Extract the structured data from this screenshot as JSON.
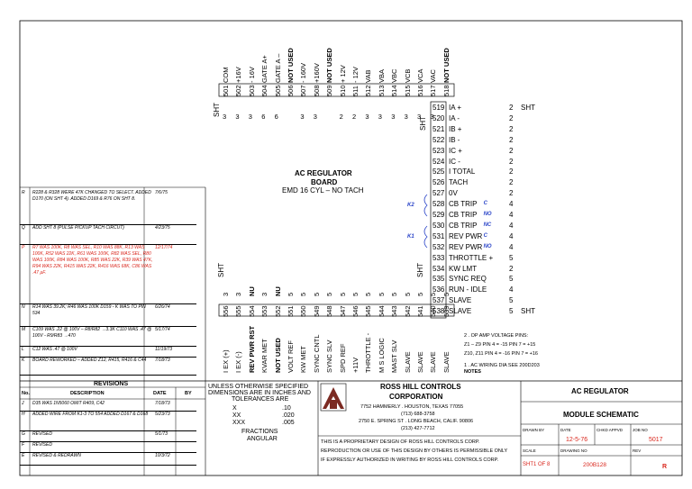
{
  "board": {
    "title_line1": "AC REGULATOR",
    "title_line2": "BOARD",
    "subtitle": "EMD 16 CYL – NO TACH"
  },
  "top_connector": {
    "pins": [
      {
        "num": "501",
        "label": "COM",
        "sht": "3"
      },
      {
        "num": "502",
        "label": "+16V",
        "sht": "3"
      },
      {
        "num": "503",
        "label": "- 16V",
        "sht": "3"
      },
      {
        "num": "504",
        "label": "GATE A+",
        "sht": "6"
      },
      {
        "num": "505",
        "label": "GATE A –",
        "sht": "6"
      },
      {
        "num": "506",
        "label": "NOT USED",
        "sht": ""
      },
      {
        "num": "507",
        "label": "- 160V",
        "sht": "3"
      },
      {
        "num": "508",
        "label": "+160V",
        "sht": "3"
      },
      {
        "num": "509",
        "label": "NOT USED",
        "sht": ""
      },
      {
        "num": "510",
        "label": "+ 12V",
        "sht": "2"
      },
      {
        "num": "511",
        "label": "- 12V",
        "sht": "2"
      },
      {
        "num": "512",
        "label": "VAB",
        "sht": "3"
      },
      {
        "num": "513",
        "label": "VBA",
        "sht": "3"
      },
      {
        "num": "514",
        "label": "VBC",
        "sht": "3"
      },
      {
        "num": "515",
        "label": "VCB",
        "sht": "3"
      },
      {
        "num": "516",
        "label": "VCA",
        "sht": "3"
      },
      {
        "num": "517",
        "label": "VAC",
        "sht": "3"
      },
      {
        "num": "518",
        "label": "NOT USED",
        "sht": ""
      }
    ],
    "sht_left": "SHT",
    "sht_right": "SHT"
  },
  "right_connector": {
    "pins": [
      {
        "num": "519",
        "label": "IA +",
        "sht": "2",
        "note": "SHT"
      },
      {
        "num": "520",
        "label": "IA -",
        "sht": "2",
        "note": ""
      },
      {
        "num": "521",
        "label": "IB +",
        "sht": "2",
        "note": ""
      },
      {
        "num": "522",
        "label": "IB -",
        "sht": "2",
        "note": ""
      },
      {
        "num": "523",
        "label": "IC +",
        "sht": "2",
        "note": ""
      },
      {
        "num": "524",
        "label": "IC -",
        "sht": "2",
        "note": ""
      },
      {
        "num": "525",
        "label": "I TOTAL",
        "sht": "2",
        "note": ""
      },
      {
        "num": "526",
        "label": "TACH",
        "sht": "2",
        "note": ""
      },
      {
        "num": "527",
        "label": "0V",
        "sht": "2",
        "note": ""
      },
      {
        "num": "528",
        "label": "CB TRIP",
        "suffix": "C",
        "sht": "4",
        "note": ""
      },
      {
        "num": "529",
        "label": "CB TRIP",
        "suffix": "NO",
        "sht": "4",
        "note": ""
      },
      {
        "num": "530",
        "label": "CB TRIP",
        "suffix": "NC",
        "sht": "4",
        "note": ""
      },
      {
        "num": "531",
        "label": "REV PWR",
        "suffix": "C",
        "sht": "4",
        "note": ""
      },
      {
        "num": "532",
        "label": "REV PWR",
        "suffix": "NO",
        "sht": "4",
        "note": ""
      },
      {
        "num": "533",
        "label": "THROTTLE +",
        "sht": "5",
        "note": ""
      },
      {
        "num": "534",
        "label": "KW LMT",
        "sht": "2",
        "note": ""
      },
      {
        "num": "535",
        "label": "SYNC REQ",
        "sht": "5",
        "note": ""
      },
      {
        "num": "536",
        "label": "RUN - IDLE",
        "sht": "4",
        "note": ""
      },
      {
        "num": "537",
        "label": "SLAVE",
        "sht": "5",
        "note": ""
      },
      {
        "num": "538",
        "label": "SLAVE",
        "sht": "5",
        "note": "SHT"
      }
    ],
    "relay_k2": "K2",
    "relay_k1": "K1"
  },
  "bottom_connector": {
    "pins": [
      {
        "num": "556",
        "label": "I EX (+)",
        "sht": "3"
      },
      {
        "num": "555",
        "label": "I EX (-)",
        "sht": "3"
      },
      {
        "num": "554",
        "label": "REV PWR RST",
        "sht": "NU"
      },
      {
        "num": "553",
        "label": "KVAR MET",
        "sht": "3"
      },
      {
        "num": "552",
        "label": "NOT USED",
        "sht": "NU"
      },
      {
        "num": "551",
        "label": "VOLT REF",
        "sht": "5"
      },
      {
        "num": "550",
        "label": "KW MET",
        "sht": "5"
      },
      {
        "num": "549",
        "label": "SYNC CNTL",
        "sht": "5"
      },
      {
        "num": "548",
        "label": "SYNC SLV",
        "sht": "5"
      },
      {
        "num": "547",
        "label": "SPD REF",
        "sht": "5"
      },
      {
        "num": "546",
        "label": "+11V",
        "sht": "5"
      },
      {
        "num": "545",
        "label": "THROTTLE -",
        "sht": "5"
      },
      {
        "num": "544",
        "label": "M S LOGIC",
        "sht": "5"
      },
      {
        "num": "543",
        "label": "MAST SLV",
        "sht": "5"
      },
      {
        "num": "542",
        "label": "SLAVE",
        "sht": "5"
      },
      {
        "num": "541",
        "label": "SLAVE",
        "sht": "5"
      },
      {
        "num": "540",
        "label": "SLAVE",
        "sht": "5"
      },
      {
        "num": "539",
        "label": "SLAVE",
        "sht": "5"
      }
    ],
    "sht_left": "SHT",
    "sht_right": "SHT"
  },
  "notes": {
    "line1": "2 . OP AMP VOLTAGE PINS:",
    "line2": "Z1 – Z9   PIN 4 = -15  PIN 7 = +15",
    "line3": "Z10, Z11  PIN 4 = -16   PIN 7 = +16",
    "line4": "1 . AC WIRING DIA SEE 200D203",
    "title": "NOTES"
  },
  "revisions": {
    "upper": [
      {
        "code": "R",
        "desc": "R228 & R328 WERE 47K CHANGED TO SELECT. ADDED D170 (ON SHT 4). ADDED D169 & R76 ON SHT 8.",
        "date": "7/6/75",
        "red": false
      },
      {
        "code": "Q",
        "desc": "ADD SHT 8 (PULSE PICKUP TACH CIRCUT)",
        "date": "4/23/75",
        "red": false
      },
      {
        "code": "P",
        "desc": "R7 WAS 100K, R8 WAS SEL, R10 WAS 88K, R13 WAS 100K, R52 WAS 22K, R61 WAS 100K, R82 WAS SEL, R80 WAS 100K, R84 WAS 100K, R85 WAS 22K, R39 WAS 47K, R94 WAS 22K, R415 WAS 22K, R416 WAS 68K, C86 WAS .47 µF.",
        "date": "12/17/74",
        "red": true
      },
      {
        "code": "N",
        "desc": "R14 WAS 39.2K; R46 WAS 100K D159 - K WAS TO PIN 534",
        "date": "6/26/74",
        "red": false
      },
      {
        "code": "M",
        "desc": "C109 WAS .22 @ 100V – R8/R82 →3.3K C110 WAS .47 @ 100V - R9/R83 →470",
        "date": "5/17/74",
        "red": false
      },
      {
        "code": "L",
        "desc": "C12 WAS .47 @ 100V",
        "date": "11/19/73",
        "red": false
      },
      {
        "code": "K",
        "desc": "BOARD REWORKED – ADDED Z12, R415, R416 & C44",
        "date": "7/18/73",
        "red": false
      }
    ],
    "header_title": "REVISIONS",
    "col_no": "No.",
    "col_desc": "DESCRIPTION",
    "col_date": "DATE",
    "col_by": "BY",
    "lower": [
      {
        "code": "J",
        "desc": "D35 WAS 1N5060 OMIT R409, C42",
        "date": "7/18/73"
      },
      {
        "code": "H",
        "desc": "ADDED WIRE FROM K1-3 TO 554 ADDED D167 & D168",
        "date": "5/23/73"
      },
      {
        "code": "G",
        "desc": "REVISED",
        "date": "5/1/73"
      },
      {
        "code": "F",
        "desc": "REVISED",
        "date": ""
      },
      {
        "code": "E",
        "desc": "REVISED & REDRAWN",
        "date": "10/3/72"
      }
    ]
  },
  "tolerances": {
    "line1": "UNLESS OTHERWISE SPECIFIED",
    "line2": "DIMENSIONS ARE IN INCHES AND",
    "line3": "TOLERANCES ARE",
    "rows": [
      {
        "k": "X",
        "v": ".10"
      },
      {
        "k": "XX",
        "v": ".020"
      },
      {
        "k": "XXX",
        "v": ".005"
      }
    ],
    "fractions": "FRACTIONS",
    "angular": "ANGULAR"
  },
  "company": {
    "name1": "ROSS HILL CONTROLS",
    "name2": "CORPORATION",
    "addr1": "7752 HAMMERLY . HOUSTON, TEXAS 77055",
    "addr2": "(713) 688-3758",
    "addr3": "2750 E. SPRING ST . LONG BEACH, CALIF. 90806",
    "addr4": "(213) 427-7712",
    "notice1": "THIS  IS  A  PROPRIETARY  DESIGN  OF  ROSS  HILL  CONTROLS  CORP.",
    "notice2": "REPRODUCTION OR USE OF THIS DESIGN BY OTHERS IS PERMISSIBLE ONLY",
    "notice3": "IF EXPRESSLY AUTHORIZED IN WRITING BY ROSS HILL CONTROLS CORP."
  },
  "title_block": {
    "title": "AC REGULATOR",
    "subtitle": "MODULE SCHEMATIC",
    "drawn_by_label": "DRAWN BY",
    "date_label": "DATE",
    "chkd_label": "CHKD APPVD",
    "job_label": "JOB NO",
    "date_value": "12-5-76",
    "job_value": "5017",
    "scale_label": "SCALE",
    "drawing_label": "DRAWING NO",
    "rev_label": "REV",
    "sheet_value": "SHT1 OF 8",
    "drawing_value": "200B128",
    "rev_value": "R"
  }
}
